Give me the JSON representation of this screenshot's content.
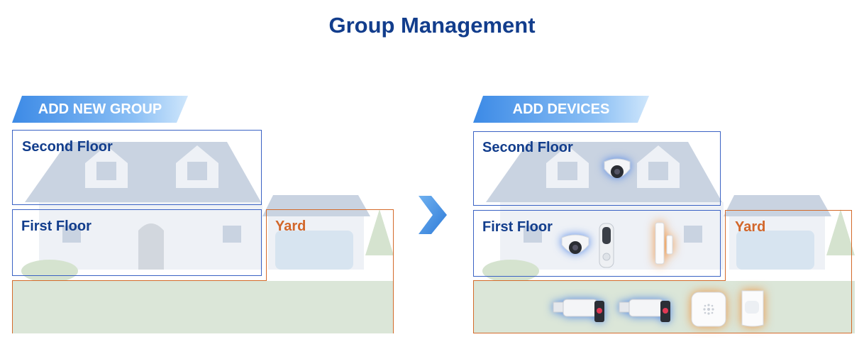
{
  "title": "Group Management",
  "left_panel": {
    "button": "ADD NEW GROUP",
    "zones": {
      "second_floor": "Second Floor",
      "first_floor": "First Floor",
      "yard": "Yard"
    }
  },
  "right_panel": {
    "button": "ADD DEVICES",
    "zones": {
      "second_floor": "Second Floor",
      "first_floor": "First Floor",
      "yard": "Yard"
    },
    "devices": [
      "dome-camera",
      "dome-camera",
      "video-doorbell",
      "door-sensor",
      "bullet-camera",
      "bullet-camera",
      "siren",
      "motion-detector"
    ]
  },
  "colors": {
    "title": "#123d8c",
    "zone_blue": "#3a62c4",
    "zone_orange": "#d46a2a",
    "accent": "#3c8ae6"
  }
}
